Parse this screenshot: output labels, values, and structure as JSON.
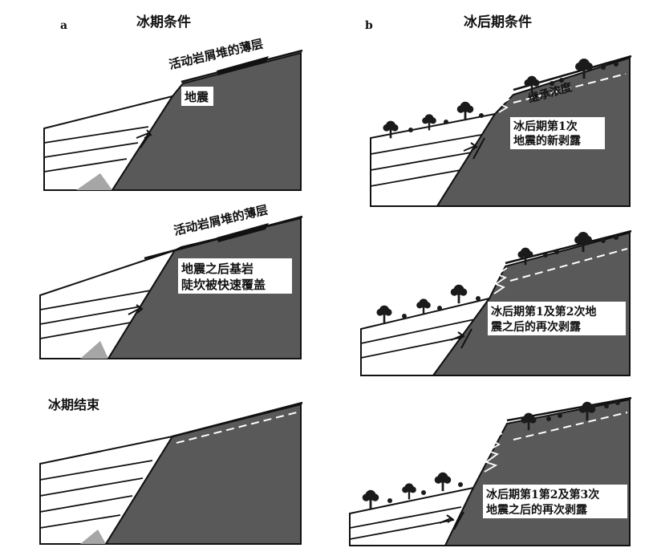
{
  "panels": {
    "a": {
      "letter": "a",
      "title": "冰期条件",
      "p1": {
        "arrow_label": "活动岩屑堆的薄层",
        "box": "地震"
      },
      "p2": {
        "arrow_label": "活动岩屑堆的薄层",
        "box_line1": "地震之后基岩",
        "box_line2": "陡坎被快速覆盖"
      },
      "p3": {
        "heading": "冰期结束"
      }
    },
    "b": {
      "letter": "b",
      "title": "冰后期条件",
      "p1": {
        "slope_label": "继承浓度",
        "box_line1": "冰后期第1次",
        "box_line2": "地震的新剥露"
      },
      "p2": {
        "box_line1": "冰后期第1及第2次地",
        "box_line2": "震之后的再次剥露"
      },
      "p3": {
        "box_line1": "冰后期第1第2及第3次",
        "box_line2": "地震之后的再次剥露"
      }
    }
  },
  "colors": {
    "bedrock": "#595959",
    "wedge": "#a6a6a6",
    "line": "#111111",
    "tree": "#1a1a1a"
  }
}
